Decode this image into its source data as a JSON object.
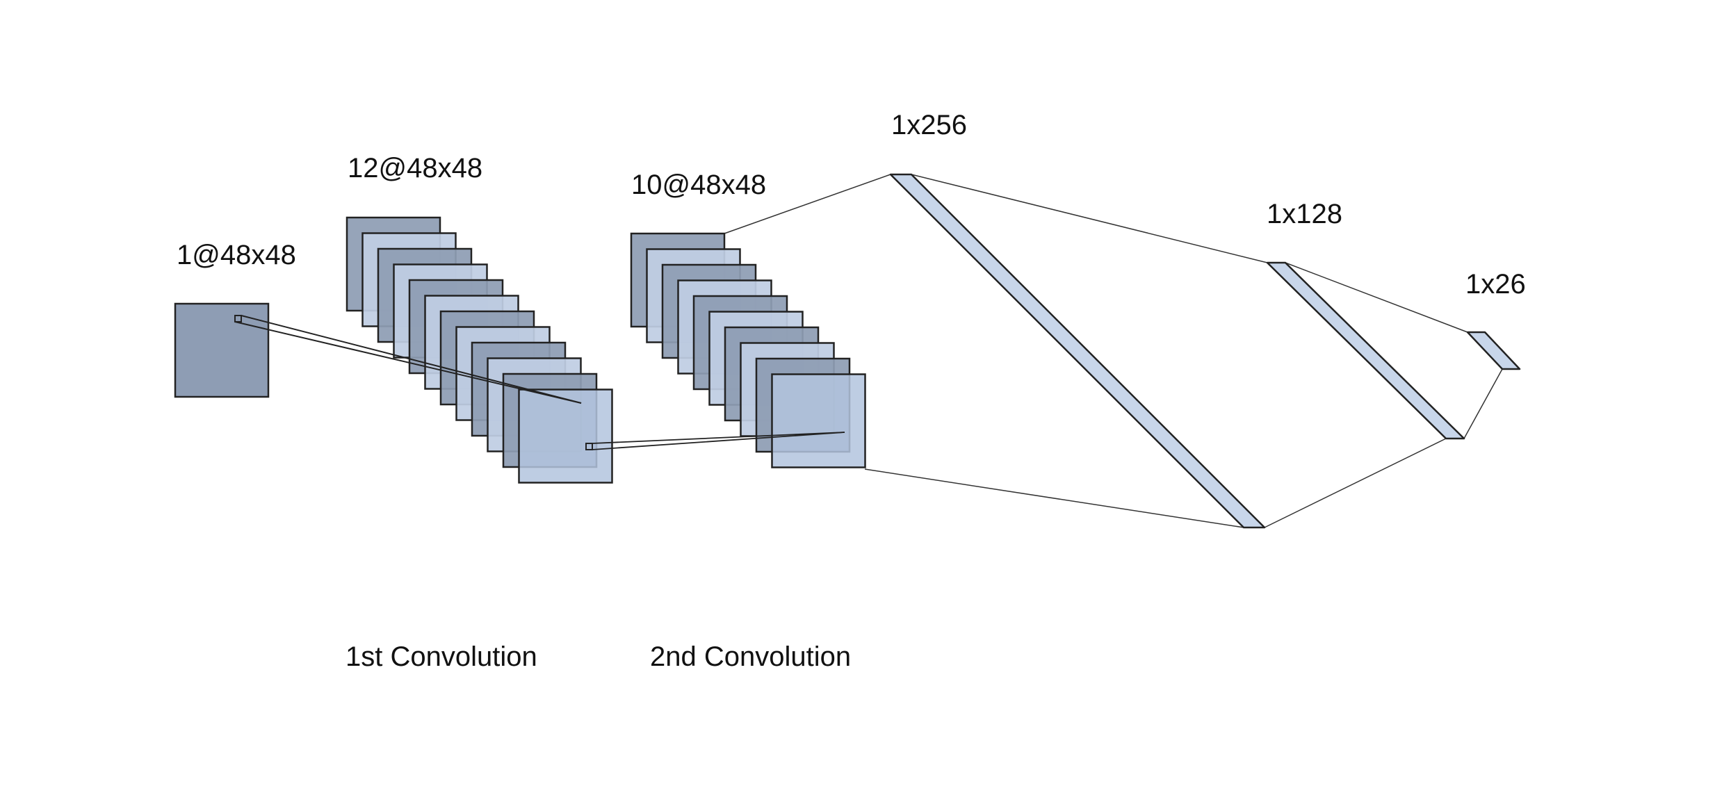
{
  "labels": {
    "input": "1@48x48",
    "conv1_maps": "12@48x48",
    "conv2_maps": "10@48x48",
    "dense1": "1x256",
    "dense2": "1x128",
    "output": "1x26",
    "conv1_caption": "1st Convolution",
    "conv2_caption": "2nd Convolution"
  },
  "layers": {
    "input_maps": 1,
    "conv1_maps": 12,
    "conv2_maps": 10
  },
  "colors": {
    "map_dark": "#8e9db4",
    "map_light": "#bfcde3",
    "map_front": "#b3c4de",
    "dense_fill": "#c8d6ea",
    "stroke": "#222222",
    "line": "#333333"
  }
}
